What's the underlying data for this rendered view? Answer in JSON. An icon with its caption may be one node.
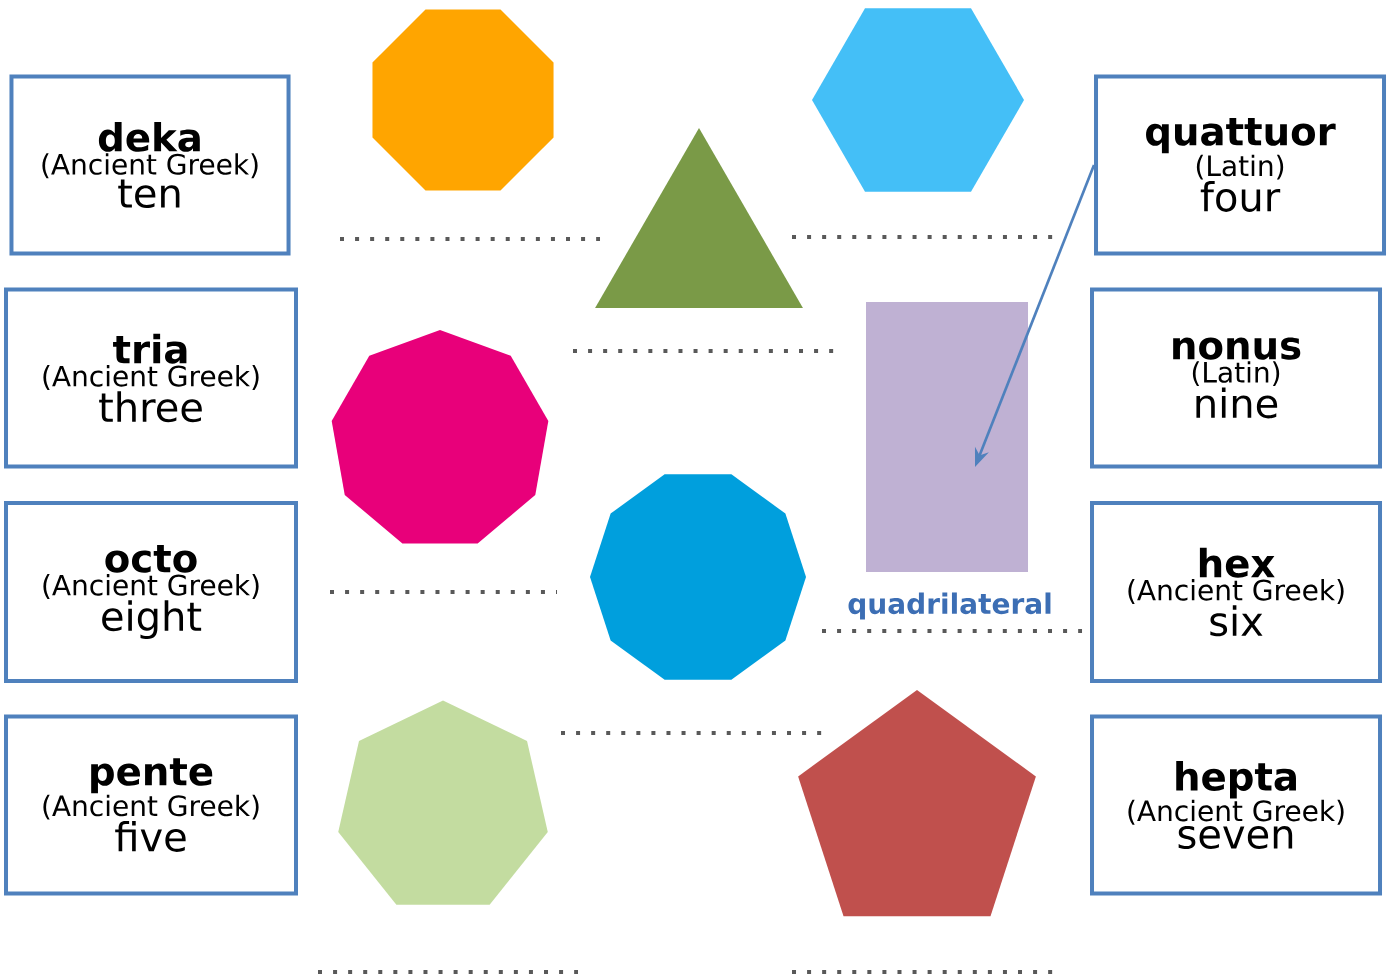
{
  "diagram": {
    "nodes": [
      {
        "text": [
          "deka",
          "(Ancient Greek)",
          "ten"
        ]
      },
      {
        "text": [],
        "shape": "octagon"
      },
      {
        "text": [],
        "shape": "hexagon"
      },
      {
        "text": [
          "quattuor",
          "(Latin)",
          "four"
        ]
      },
      {
        "text": [],
        "shape": "triangle"
      },
      {
        "text": [
          "tria",
          "(Ancient Greek)",
          "three"
        ]
      },
      {
        "text": [],
        "shape": "rectangle"
      },
      {
        "text": [
          "nonus",
          "(Latin)",
          "nine"
        ]
      },
      {
        "text": [],
        "shape": "nonagon"
      },
      {
        "text": [
          "octo",
          "(Ancient Greek)",
          "eight"
        ]
      },
      {
        "text": [],
        "shape": "decagon"
      },
      {
        "text": [
          "hex",
          "(Ancient Greek)",
          "six"
        ]
      },
      {
        "text": [
          "pente",
          "(Ancient Greek)",
          "five"
        ]
      },
      {
        "text": [],
        "shape": "heptagon"
      },
      {
        "text": [],
        "shape": "pentagon"
      },
      {
        "text": [
          "hepta",
          "(Ancient Greek)",
          "seven"
        ]
      }
    ],
    "edges": [
      {
        "from": 3,
        "to": 6,
        "arrow": "to"
      }
    ],
    "labels": [
      "quadrilateral"
    ]
  }
}
